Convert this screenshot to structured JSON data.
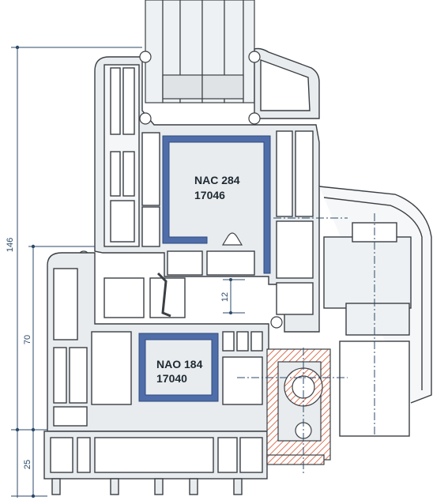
{
  "profiles": {
    "top_reinforcement": {
      "name": "NAC 284",
      "code": "17046"
    },
    "bottom_reinforcement": {
      "name": "NAO 184",
      "code": "17040"
    }
  },
  "dimensions": {
    "overall": "146",
    "sash": "70",
    "base": "25",
    "rebate": "12"
  },
  "colors": {
    "profile_fill": "#e9ecee",
    "profile_stroke": "#3a3f44",
    "reinforcement": "#4f6da8",
    "dimension_line": "#2b4a6a",
    "hatch": "#d4502b"
  }
}
